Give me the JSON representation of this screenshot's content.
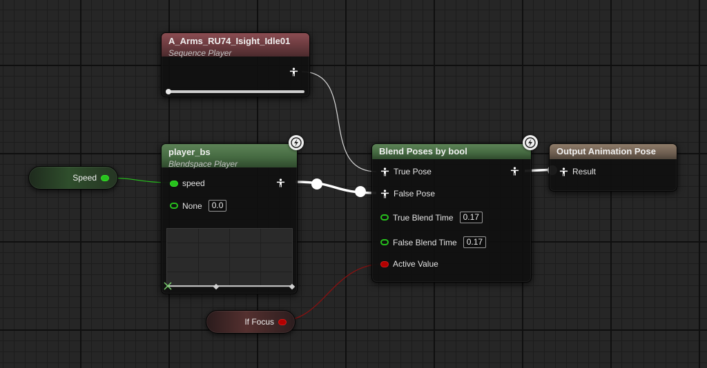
{
  "nodes": {
    "sequence_player": {
      "title": "A_Arms_RU74_Isight_Idle01",
      "subtitle": "Sequence Player",
      "output_pin": "pose-output-pin",
      "progress": 0.0
    },
    "blendspace_player": {
      "title": "player_bs",
      "subtitle": "Blendspace Player",
      "inputs": [
        {
          "label": "speed",
          "pin": "green-filled"
        },
        {
          "label": "None",
          "value": "0.0",
          "pin": "green-ring"
        }
      ],
      "output_pin": "pose-output-pin"
    },
    "blend_poses": {
      "title": "Blend Poses by bool",
      "inputs": [
        {
          "label": "True Pose",
          "pin": "pose"
        },
        {
          "label": "False Pose",
          "pin": "pose"
        },
        {
          "label": "True Blend Time",
          "value": "0.17",
          "pin": "green-ring"
        },
        {
          "label": "False Blend Time",
          "value": "0.17",
          "pin": "green-ring"
        },
        {
          "label": "Active Value",
          "pin": "red-filled"
        }
      ],
      "output_pin": "pose-output-pin"
    },
    "output_pose": {
      "title": "Output Animation Pose",
      "inputs": [
        {
          "label": "Result",
          "pin": "pose"
        }
      ]
    }
  },
  "variables": {
    "speed": {
      "label": "Speed",
      "type_color": "#27c21d"
    },
    "if_focus": {
      "label": "If Focus",
      "type_color": "#b30000"
    }
  },
  "icons": {
    "fast_path": "lightning-bolt-icon",
    "pose_pin": "person-icon"
  },
  "colors": {
    "graph_bg": "#262626",
    "pose_wire": "#ffffff",
    "float_wire": "#27c21d",
    "bool_wire": "#8a1010"
  }
}
